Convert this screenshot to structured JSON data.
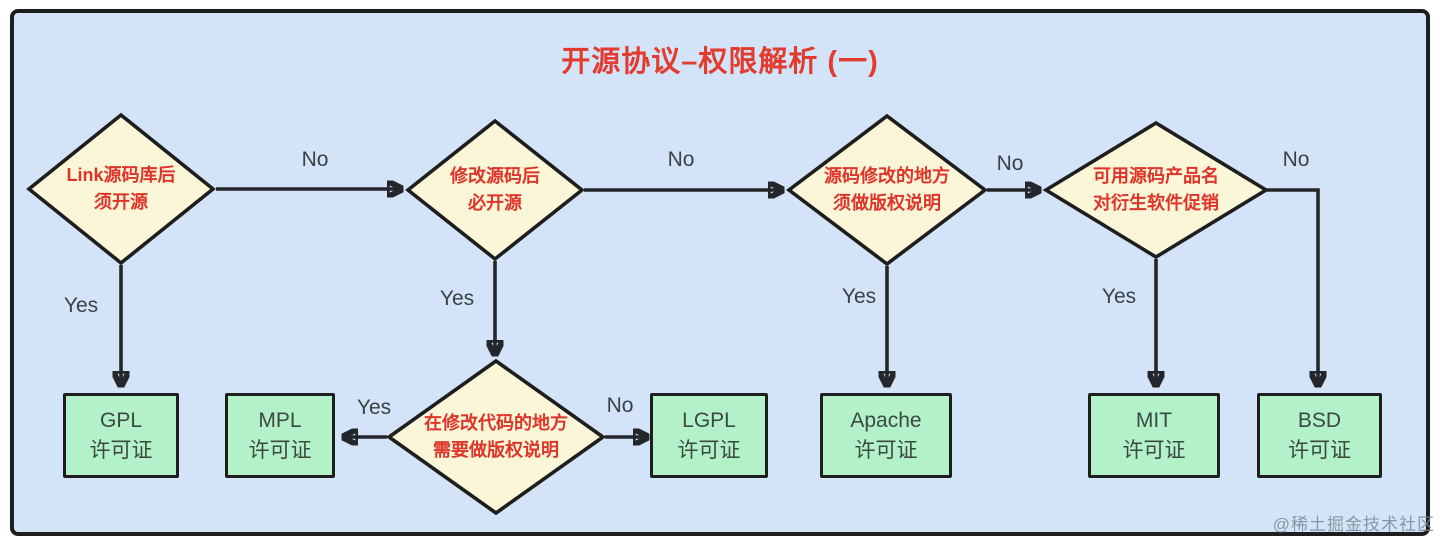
{
  "title": "开源协议–权限解析 (一)",
  "watermark": "@稀土掘金技术社区",
  "colors": {
    "bg-blue": "#d4e4f8",
    "frame": "#1e1e1e",
    "diamond-fill": "#fbf6d8",
    "diamond-text": "#de352a",
    "box-fill": "#b3f1c9",
    "box-text": "#3a4a42",
    "arrow": "#23272b",
    "label-text": "#3c4146",
    "title": "#e23c2f",
    "watermark": "#7d8a96"
  },
  "diamonds": {
    "d1": {
      "line1": "Link源码库后",
      "line2": "须开源"
    },
    "d2": {
      "line1": "修改源码后",
      "line2": "必开源"
    },
    "d3": {
      "line1": "源码修改的地方",
      "line2": "须做版权说明"
    },
    "d4": {
      "line1": "可用源码产品名",
      "line2": "对衍生软件促销"
    },
    "d5": {
      "line1": "在修改代码的地方",
      "line2": "需要做版权说明"
    }
  },
  "boxes": {
    "gpl": {
      "line1": "GPL",
      "line2": "许可证"
    },
    "mpl": {
      "line1": "MPL",
      "line2": "许可证"
    },
    "lgpl": {
      "line1": "LGPL",
      "line2": "许可证"
    },
    "apache": {
      "line1": "Apache",
      "line2": "许可证"
    },
    "mit": {
      "line1": "MIT",
      "line2": "许可证"
    },
    "bsd": {
      "line1": "BSD",
      "line2": "许可证"
    }
  },
  "edges": {
    "d1_to_d2": "No",
    "d2_to_d3": "No",
    "d3_to_d4": "No",
    "d4_to_bsd": "No",
    "d1_to_gpl": "Yes",
    "d2_to_d5": "Yes",
    "d3_to_apache": "Yes",
    "d4_to_mit": "Yes",
    "d5_to_mpl": "Yes",
    "d5_to_lgpl": "No"
  }
}
